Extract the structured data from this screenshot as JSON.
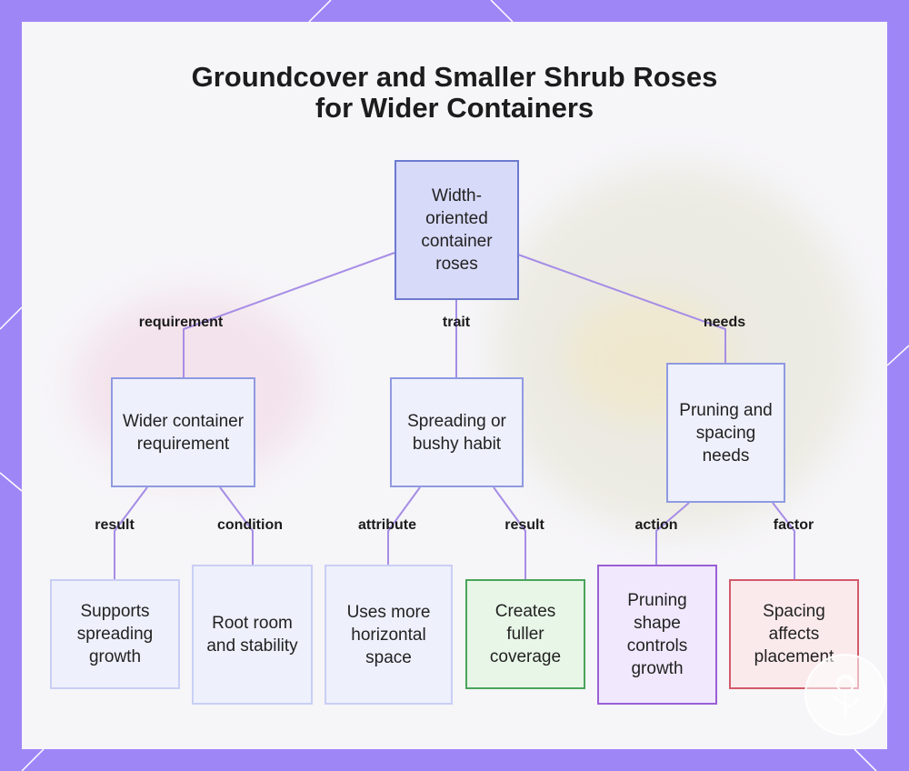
{
  "title": {
    "line1": "Groundcover and Smaller Shrub Roses",
    "line2": "for Wider Containers"
  },
  "nodes": {
    "root": "Width-oriented container roses",
    "wider": "Wider container requirement",
    "spreading": "Spreading or bushy habit",
    "pruning": "Pruning and spacing needs",
    "supports": "Supports spreading growth",
    "root_room": "Root room and stability",
    "uses_space": "Uses more horizontal space",
    "fuller": "Creates fuller coverage",
    "shape": "Pruning shape controls growth",
    "spacing": "Spacing affects placement"
  },
  "edges": {
    "requirement": "requirement",
    "trait": "trait",
    "needs": "needs",
    "result_1": "result",
    "condition": "condition",
    "attribute": "attribute",
    "result_2": "result",
    "action": "action",
    "factor": "factor"
  },
  "colors": {
    "frame": "#9f86f7",
    "edge": "#a68de6",
    "root_fill": "#d8daf9",
    "root_border": "#6d79cf",
    "node_fill": "#eef0fc",
    "node_border": "#8f9ae0",
    "green_border": "#4aa55a",
    "purple_border": "#9a5fd6",
    "red_border": "#d35a6a"
  }
}
